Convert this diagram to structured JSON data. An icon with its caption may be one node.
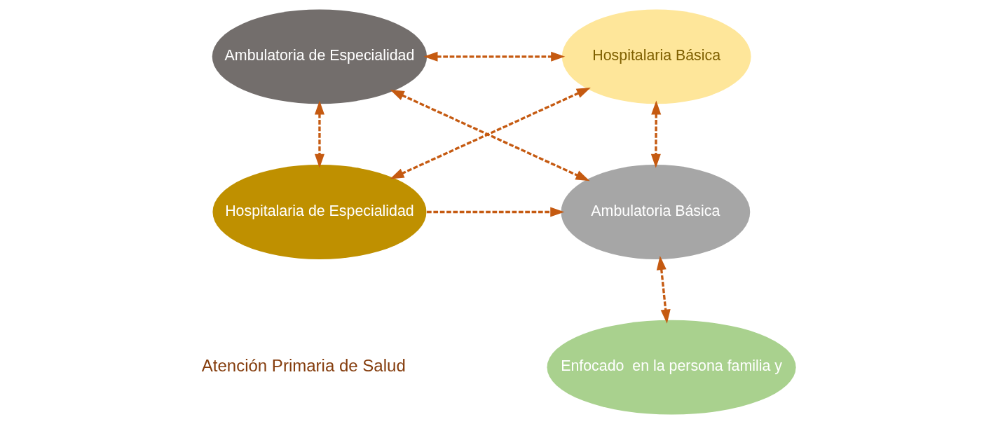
{
  "diagram": {
    "nodes": [
      {
        "text": [
          "Ambulatoria de Especialidad"
        ]
      },
      {
        "text": [
          "Hospitalaria Básica"
        ]
      },
      {
        "text": [
          "Ambulatoria Básica"
        ]
      },
      {
        "text": [
          "Hospitalaria de Especialidad"
        ]
      },
      {
        "text": [
          "Enfocado  en la persona familia y"
        ]
      }
    ],
    "edges": [
      {
        "from": 0,
        "to": 1,
        "arrow": "both",
        "style": "dashed"
      },
      {
        "from": 0,
        "to": 2,
        "arrow": "both",
        "style": "dashed"
      },
      {
        "from": 1,
        "to": 2,
        "arrow": "both",
        "style": "dashed"
      },
      {
        "from": 0,
        "to": 3,
        "arrow": "both",
        "style": "dashed"
      },
      {
        "from": 3,
        "to": 2,
        "arrow": "to",
        "style": "dashed"
      },
      {
        "from": 1,
        "to": 3,
        "arrow": "both",
        "style": "dashed"
      },
      {
        "from": 2,
        "to": 4,
        "arrow": "both",
        "style": "dashed"
      }
    ],
    "labels": [
      "Atención Primaria de Salud"
    ]
  }
}
